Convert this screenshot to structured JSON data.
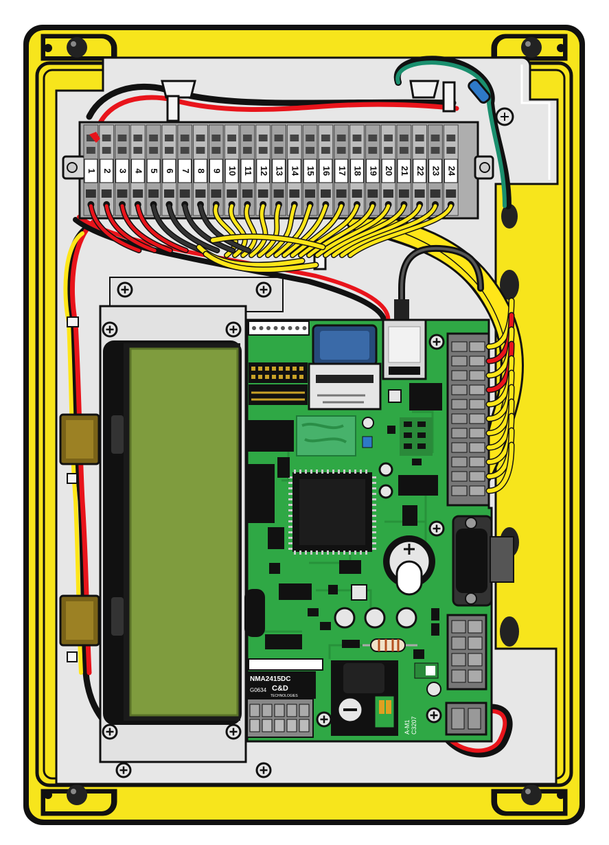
{
  "terminal_block": {
    "labels": [
      "1",
      "2",
      "3",
      "4",
      "5",
      "6",
      "7",
      "8",
      "9",
      "10",
      "11",
      "12",
      "13",
      "14",
      "15",
      "16",
      "17",
      "18",
      "19",
      "20",
      "21",
      "22",
      "23",
      "24"
    ]
  },
  "dcdc_module": {
    "part": "NMA2415DC",
    "code": "G0634",
    "brand": "C&D",
    "brand_sub": "TECHNOLOGIES"
  },
  "pcb_marking": {
    "rev": "A-M1",
    "code": "C3207"
  },
  "colors": {
    "enclosure": "#f7e51c",
    "backplate": "#e6e6e6",
    "pcb": "#2fa845",
    "lcd": "#7f9c3e",
    "wire_red": "#e8141b",
    "wire_yellow": "#ffe619",
    "wire_black": "#111111",
    "wire_green": "#1a8f6e"
  },
  "icons": [
    "screw-icon",
    "cable-tie-icon",
    "usb-connector-icon",
    "sd-card-slot-icon",
    "db9-connector-icon",
    "coin-battery-icon",
    "resistor-icon",
    "ferrite-icon"
  ]
}
